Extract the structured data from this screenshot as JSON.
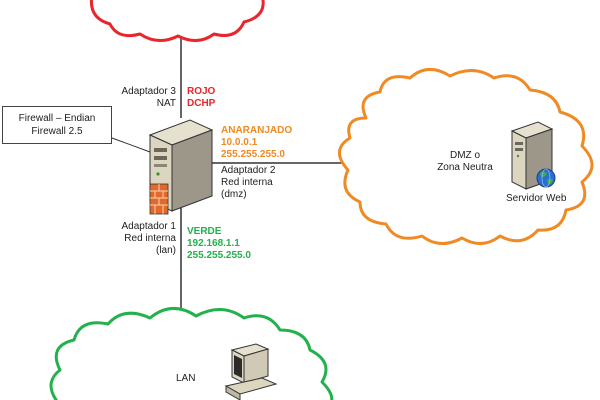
{
  "colors": {
    "red": "#e8262b",
    "orange": "#ef8a24",
    "green": "#22b14c",
    "line": "#333333"
  },
  "icons": [
    "firewall-server-icon",
    "web-server-icon",
    "globe-icon",
    "lan-computer-icon"
  ],
  "firewall": {
    "title": "Firewall – Endian",
    "version": "Firewall 2.5"
  },
  "red_iface": {
    "adapter": "Adaptador 3",
    "mode": "NAT",
    "name": "ROJO",
    "config": "DCHP"
  },
  "orange_iface": {
    "name": "ANARANJADO",
    "ip": "10.0.0.1",
    "mask": "255.255.255.0",
    "adapter": "Adaptador 2",
    "network": "Red interna",
    "alias": "(dmz)"
  },
  "green_iface": {
    "adapter": "Adaptador 1",
    "network": "Red interna",
    "alias": "(lan)",
    "name": "VERDE",
    "ip": "192.168.1.1",
    "mask": "255.255.255.0"
  },
  "dmz": {
    "line1": "DMZ o",
    "line2": "Zona Neutra",
    "server_label": "Servidor Web"
  },
  "lan": {
    "label": "LAN"
  }
}
